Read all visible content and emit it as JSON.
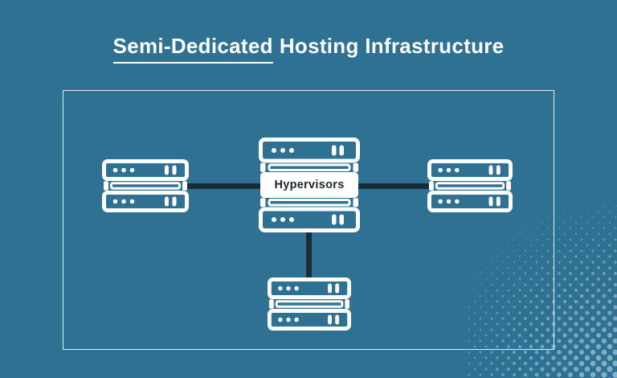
{
  "title": {
    "underlined_part": "Semi-Dedicated",
    "rest_part": "Hosting Infrastructure"
  },
  "diagram": {
    "center_label": "Hypervisors",
    "nodes": [
      {
        "id": "center",
        "label": "Hypervisors",
        "icon": "server-stack-3u-icon"
      },
      {
        "id": "left",
        "label": "",
        "icon": "server-stack-2u-icon"
      },
      {
        "id": "right",
        "label": "",
        "icon": "server-stack-2u-icon"
      },
      {
        "id": "bottom",
        "label": "",
        "icon": "server-stack-2u-icon"
      }
    ],
    "connectors": [
      "left-to-center",
      "center-to-right",
      "center-to-bottom"
    ]
  },
  "colors": {
    "background": "#2e7192",
    "title_text": "#fdfefe",
    "frame_border": "#e6eef3",
    "icon_stroke": "#ffffff",
    "connector": "#1a2b39",
    "label_background": "#ffffff",
    "label_text": "#1d2731",
    "halftone_dot": "#a9cbdb"
  }
}
